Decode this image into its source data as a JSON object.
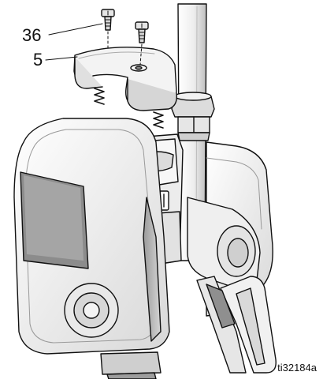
{
  "callouts": [
    {
      "label": "36",
      "part": "screws"
    },
    {
      "label": "5",
      "part": "bracket"
    }
  ],
  "figure_id": "ti32184a",
  "colors": {
    "line": "#111111",
    "part_fill": "#f2f2f2",
    "shade_light": "#dcdcdc",
    "shade_mid": "#bdbdbd",
    "shade_dark": "#6e6e6e",
    "screen": "#8a8a8a"
  }
}
